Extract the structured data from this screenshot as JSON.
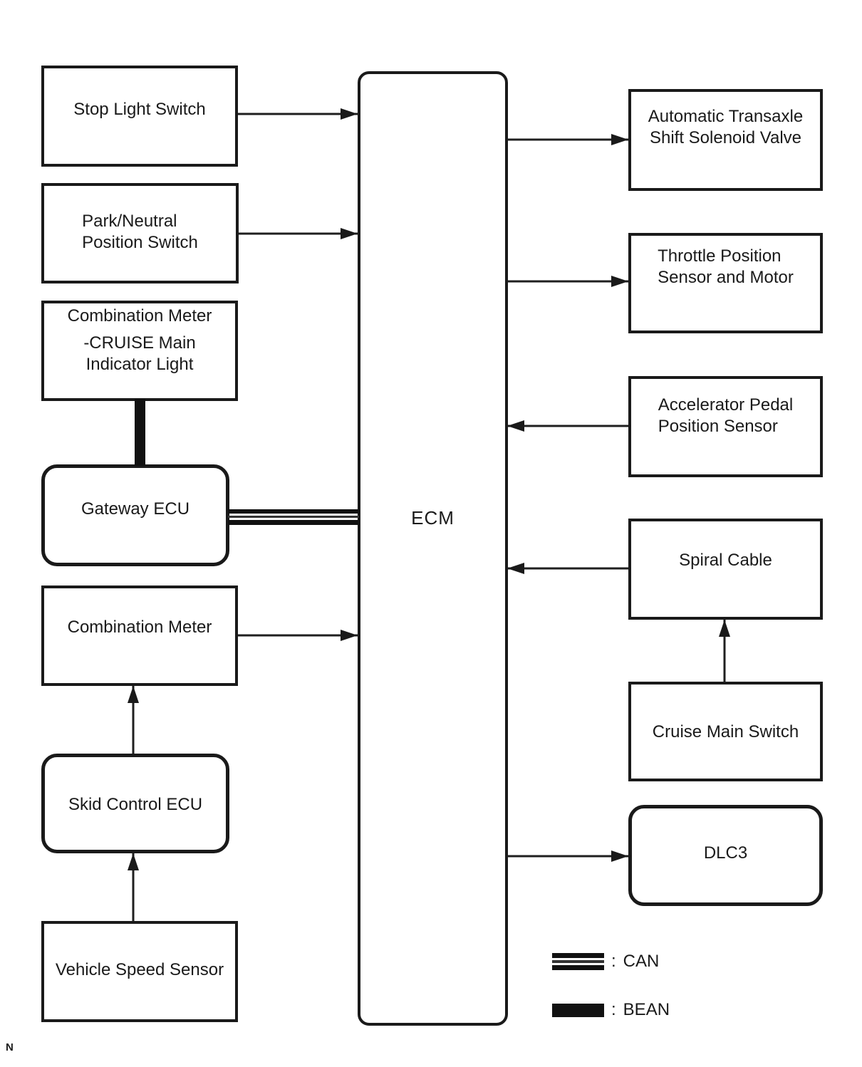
{
  "page": {
    "background": "#ffffff",
    "ink": "#1a1a1a"
  },
  "nodes": {
    "stop_light_switch": {
      "label": "Stop Light Switch",
      "shape": "rect"
    },
    "park_neutral_switch": {
      "label": "Park/Neutral\nPosition Switch",
      "shape": "rect"
    },
    "combination_meter_cruise": {
      "title": "Combination Meter",
      "subtitle": "-CRUISE Main\nIndicator Light",
      "shape": "rect"
    },
    "gateway_ecu": {
      "label": "Gateway ECU",
      "shape": "rounded"
    },
    "combination_meter": {
      "label": "Combination Meter",
      "shape": "rect"
    },
    "skid_control_ecu": {
      "label": "Skid Control ECU",
      "shape": "rounded"
    },
    "vehicle_speed_sensor": {
      "label": "Vehicle Speed Sensor",
      "shape": "rect"
    },
    "ecm": {
      "label": "ECM",
      "shape": "rounded"
    },
    "automatic_transaxle": {
      "label": "Automatic Transaxle\nShift Solenoid Valve",
      "shape": "rect"
    },
    "throttle_position": {
      "label": "Throttle Position\nSensor and Motor",
      "shape": "rect"
    },
    "accelerator_pedal": {
      "label": "Accelerator Pedal\nPosition Sensor",
      "shape": "rect"
    },
    "spiral_cable": {
      "label": "Spiral Cable",
      "shape": "rect"
    },
    "cruise_main_switch": {
      "label": "Cruise Main Switch",
      "shape": "rect"
    },
    "dlc3": {
      "label": "DLC3",
      "shape": "rounded"
    }
  },
  "edges": [
    {
      "from": "stop_light_switch",
      "to": "ecm",
      "type": "arrow"
    },
    {
      "from": "park_neutral_switch",
      "to": "ecm",
      "type": "arrow"
    },
    {
      "from": "combination_meter_cruise",
      "to": "gateway_ecu",
      "type": "bean"
    },
    {
      "from": "gateway_ecu",
      "to": "ecm",
      "type": "can"
    },
    {
      "from": "combination_meter",
      "to": "ecm",
      "type": "arrow"
    },
    {
      "from": "skid_control_ecu",
      "to": "combination_meter",
      "type": "arrow"
    },
    {
      "from": "vehicle_speed_sensor",
      "to": "skid_control_ecu",
      "type": "arrow"
    },
    {
      "from": "ecm",
      "to": "automatic_transaxle",
      "type": "arrow"
    },
    {
      "from": "ecm",
      "to": "throttle_position",
      "type": "arrow"
    },
    {
      "from": "accelerator_pedal",
      "to": "ecm",
      "type": "arrow"
    },
    {
      "from": "spiral_cable",
      "to": "ecm",
      "type": "arrow"
    },
    {
      "from": "cruise_main_switch",
      "to": "spiral_cable",
      "type": "arrow"
    },
    {
      "from": "ecm",
      "to": "dlc3",
      "type": "arrow"
    }
  ],
  "legend": {
    "items": [
      {
        "symbol": "can-line",
        "sep": ":",
        "label": "CAN"
      },
      {
        "symbol": "bean-line",
        "sep": ":",
        "label": "BEAN"
      }
    ]
  },
  "footnote": "N"
}
